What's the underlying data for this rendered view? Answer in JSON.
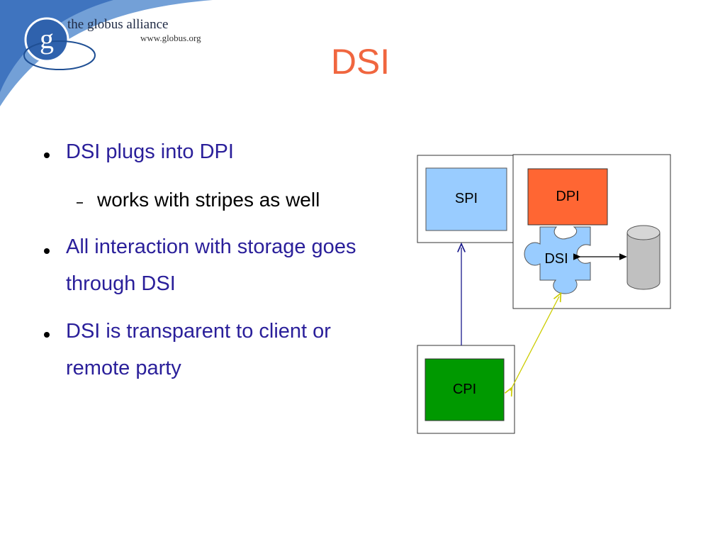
{
  "logo": {
    "letter": "g",
    "name": "the globus alliance",
    "url": "www.globus.org"
  },
  "title": "DSI",
  "bullets": [
    {
      "text": "DSI plugs into DPI"
    },
    {
      "text": "works with stripes as well",
      "level": 2
    },
    {
      "line1": "All interaction with storage goes",
      "line2": "through DSI"
    },
    {
      "line1": "DSI is transparent to client or",
      "line2": "remote party"
    }
  ],
  "diagram": {
    "spi": "SPI",
    "dpi": "DPI",
    "dsi": "DSI",
    "cpi": "CPI",
    "colors": {
      "spi": "#99ccff",
      "dpi": "#ff6633",
      "dsi": "#99ccff",
      "cpi": "#009900",
      "storage": "#c0c0c0",
      "control_arrow": "#1a1a8c",
      "data_arrow": "#cccc00"
    }
  }
}
